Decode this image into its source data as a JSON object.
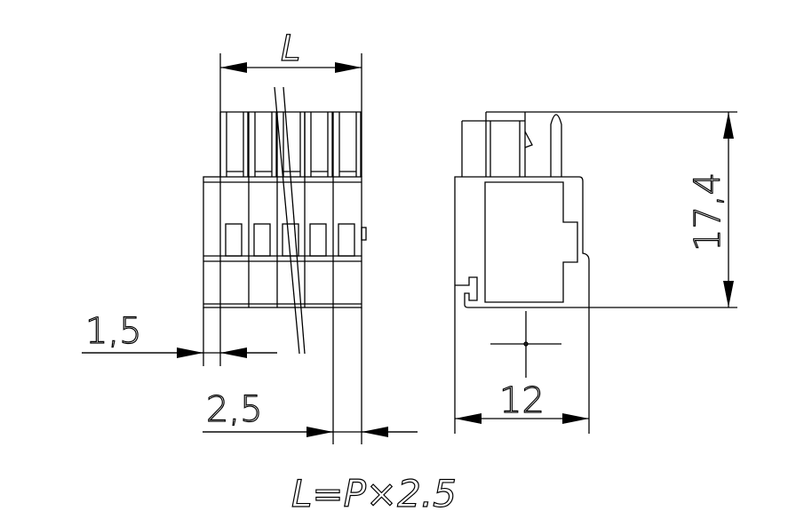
{
  "dimensions": {
    "length_label": "L",
    "height": "17,4",
    "width": "12",
    "offset": "1,5",
    "pitch": "2,5"
  },
  "formula": "L=P×2.5",
  "colors": {
    "line": "#000000",
    "background": "#ffffff"
  }
}
